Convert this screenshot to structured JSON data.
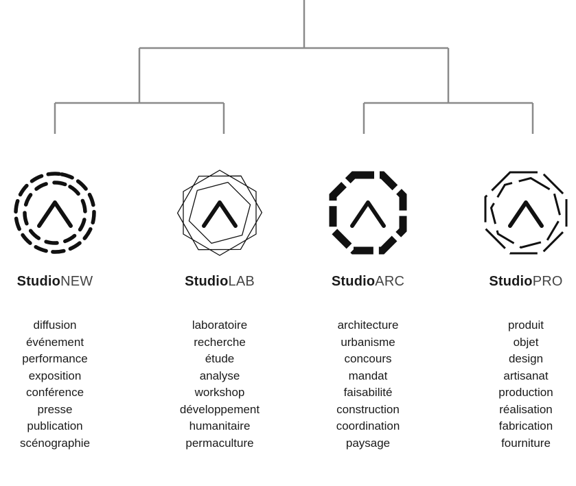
{
  "tree": {
    "line_color": "#8a8a8a"
  },
  "studios": [
    {
      "icon": "dashed-circle-chevron-icon",
      "title_prefix": "Studio",
      "title_suffix": "NEW",
      "keywords": [
        "diffusion",
        "événement",
        "performance",
        "exposition",
        "conférence",
        "presse",
        "publication",
        "scénographie"
      ]
    },
    {
      "icon": "nested-hexagon-chevron-icon",
      "title_prefix": "Studio",
      "title_suffix": "LAB",
      "keywords": [
        "laboratoire",
        "recherche",
        "étude",
        "analyse",
        "workshop",
        "développement",
        "humanitaire",
        "permaculture"
      ]
    },
    {
      "icon": "bold-octagon-chevron-icon",
      "title_prefix": "Studio",
      "title_suffix": "ARC",
      "keywords": [
        "architecture",
        "urbanisme",
        "concours",
        "mandat",
        "faisabilité",
        "construction",
        "coordination",
        "paysage"
      ]
    },
    {
      "icon": "line-octagon-chevron-icon",
      "title_prefix": "Studio",
      "title_suffix": "PRO",
      "keywords": [
        "produit",
        "objet",
        "design",
        "artisanat",
        "production",
        "réalisation",
        "fabrication",
        "fourniture"
      ]
    }
  ]
}
